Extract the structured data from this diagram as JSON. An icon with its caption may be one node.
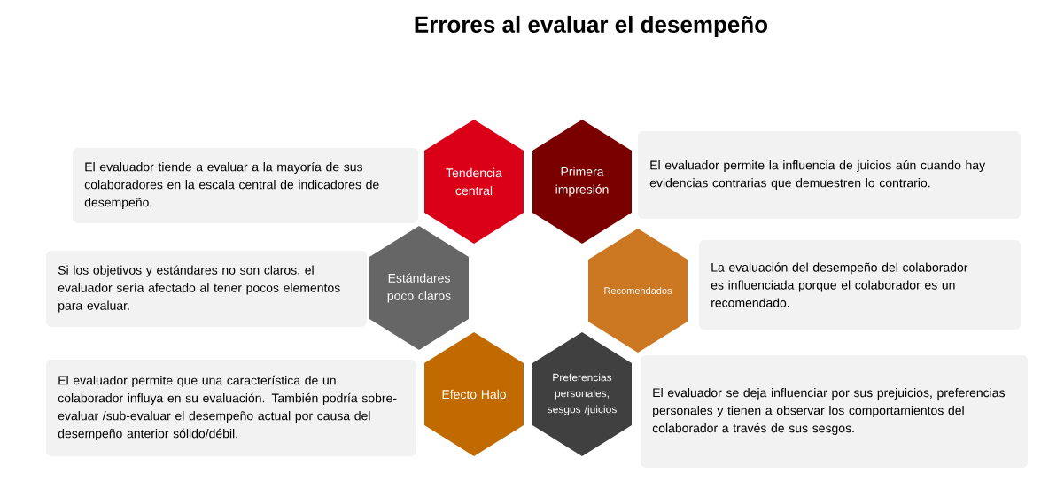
{
  "diagram": {
    "title": "Errores al evaluar el desempeño",
    "nodes": [
      {
        "text": [
          "El evaluador tiende a evaluar a la mayoría de sus colaboradores en la escala central de indicadores de desempeño."
        ]
      },
      {
        "text": [
          "Tendencia central"
        ]
      },
      {
        "text": [
          "Primera impresión"
        ]
      },
      {
        "text": [
          "El evaluador permite la influencia de juicios aún cuando hay evidencias contrarias que demuestren lo contrario."
        ]
      },
      {
        "text": [
          "Si los objetivos y estándares no son claros, el evaluador sería afectado al tener pocos elementos para evaluar."
        ]
      },
      {
        "text": [
          "Estándares poco claros"
        ]
      },
      {
        "text": [
          "Recomendados"
        ]
      },
      {
        "text": [
          "La evaluación del desempeño del colaborador es influenciada porque el colaborador es un recomendado."
        ]
      },
      {
        "text": [
          "El evaluador permite que una característica de un colaborador influya en su evaluación. También podría sobre-evaluar /sub-evaluar el desempeño actual por causa del desempeño anterior sólido/débil."
        ]
      },
      {
        "text": [
          "Efecto Halo"
        ]
      },
      {
        "text": [
          "Preferencias personales, sesgos /juicios"
        ]
      },
      {
        "text": [
          "El evaluador se deja influenciar por sus prejuicios, preferencias personales y tienen a observar los comportamientos del colaborador a través de sus sesgos."
        ]
      }
    ]
  }
}
